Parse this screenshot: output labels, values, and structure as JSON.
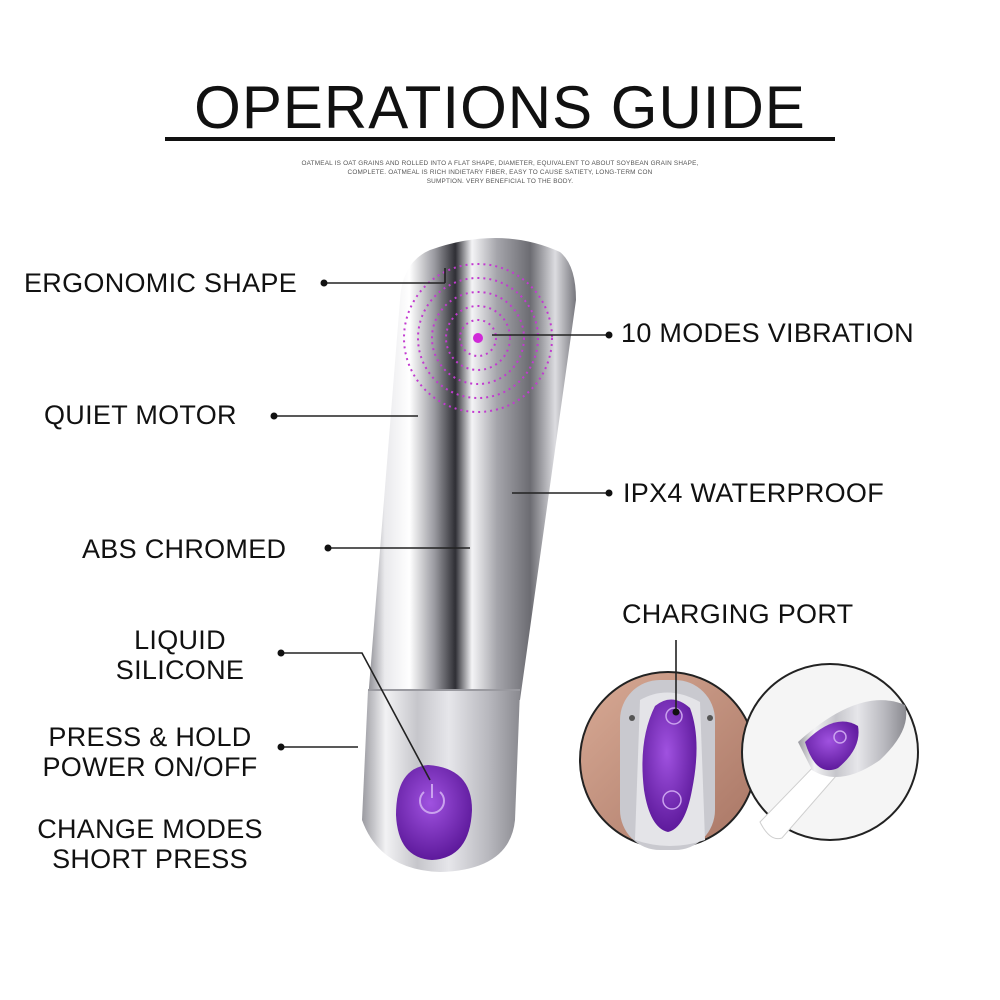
{
  "title": "OPERATIONS GUIDE",
  "subtitle_lines": [
    "OATMEAL IS OAT GRAINS AND ROLLED INTO A FLAT SHAPE, DIAMETER, EQUIVALENT TO ABOUT SOYBEAN GRAIN SHAPE,",
    "COMPLETE. OATMEAL IS RICH INDIETARY FIBER, EASY TO CAUSE SATIETY, LONG-TERM CON",
    "SUMPTION. VERY BENEFICIAL TO THE BODY."
  ],
  "features": {
    "ergonomic": "ERGONOMIC SHAPE",
    "vibration": "10 MODES VIBRATION",
    "motor": "QUIET MOTOR",
    "waterproof": "IPX4 WATERPROOF",
    "abs": "ABS CHROMED",
    "silicone_1": "LIQUID",
    "silicone_2": "SILICONE",
    "power_1": "PRESS & HOLD",
    "power_2": "POWER ON/OFF",
    "modes_1": "CHANGE MODES",
    "modes_2": "SHORT PRESS",
    "charging": "CHARGING PORT"
  },
  "colors": {
    "accent": "#7b2bc4",
    "chrome": "#c8c8cc",
    "text": "#111111"
  },
  "icons": [
    "power-icon",
    "vibration-rings-icon"
  ]
}
